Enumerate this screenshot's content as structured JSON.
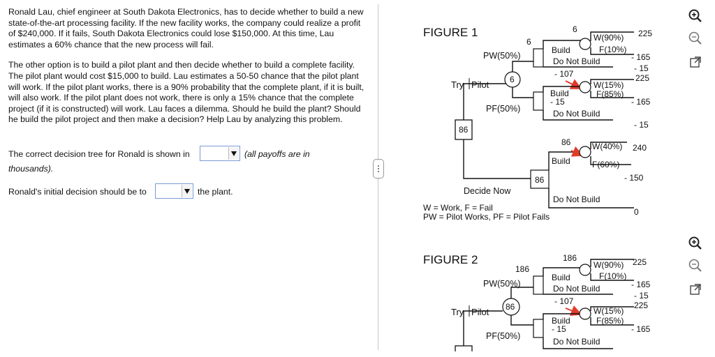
{
  "problem": {
    "p1": "Ronald Lau, chief engineer at South Dakota Electronics, has to decide whether to build a new state-of-the-art processing facility. If the new facility works, the company could realize a profit of $240,000. If it fails, South Dakota Electronics could lose $150,000. At this time, Lau estimates a 60% chance that the new process will fail.",
    "p2": "The other option is to build a pilot plant and then decide whether to build a complete facility. The pilot plant would cost $15,000 to build. Lau estimates a 50-50 chance that the pilot plant will work. If the pilot plant works, there is a 90% probability that the complete plant, if it is built, will also work. If the pilot plant does not work, there is only a 15% chance that the complete project (if it is constructed) will work. Lau faces a dilemma. Should he build the plant? Should he build the pilot project and then make a decision? Help Lau by analyzing this problem."
  },
  "question1": {
    "prefix": "The correct decision tree for Ronald is shown in",
    "suffix": "(all payoffs are in",
    "suffix2": "thousands).",
    "value": ""
  },
  "question2": {
    "prefix": "Ronald's initial decision should be to",
    "suffix": "the plant.",
    "value": ""
  },
  "figure1": {
    "title": "FIGURE 1",
    "labels": {
      "top_val": "6",
      "pw_val": "6",
      "pw": "PW(50%)",
      "build": "Build",
      "w90": "W(90%)",
      "f10": "F(10%)",
      "p225a": "225",
      "m165a": "- 165",
      "m15a": "- 15",
      "dnb1": "Do Not Build",
      "m107": "- 107",
      "w15": "W(15%)",
      "f85": "F(85%)",
      "p225b": "225",
      "build2": "Build",
      "m15b": "- 15",
      "m165b": "- 165",
      "dnb2": "Do Not Build",
      "m15c": "- 15",
      "try": "Try",
      "pilot": "Pilot",
      "chance_val": "6",
      "pf": "PF(50%)",
      "root_val": "86",
      "b86": "86",
      "w40": "W(40%)",
      "f60": "F(60%)",
      "p240": "240",
      "m150": "- 150",
      "build3": "Build",
      "dec_val": "86",
      "decide": "Decide Now",
      "dnb3": "Do Not Build",
      "zero": "0"
    },
    "legend1": "W = Work, F = Fail",
    "legend2": "PW  =  Pilot Works, PF = Pilot Fails"
  },
  "figure2": {
    "title": "FIGURE 2",
    "labels": {
      "top_val": "186",
      "pw_val": "186",
      "pw": "PW(50%)",
      "build": "Build",
      "w90": "W(90%)",
      "f10": "F(10%)",
      "p225a": "225",
      "m165a": "- 165",
      "m15a": "- 15",
      "dnb1": "Do Not Build",
      "m107": "- 107",
      "w15": "W(15%)",
      "f85": "F(85%)",
      "p225b": "225",
      "build2": "Build",
      "m15b": "- 15",
      "m165b": "- 165",
      "dnb2": "Do Not Build",
      "try": "Try",
      "pilot": "Pilot",
      "chance_val": "86",
      "pf": "PF(50%)"
    }
  },
  "icons": [
    "zoom-in-icon",
    "zoom-out-icon",
    "open-external-icon"
  ]
}
